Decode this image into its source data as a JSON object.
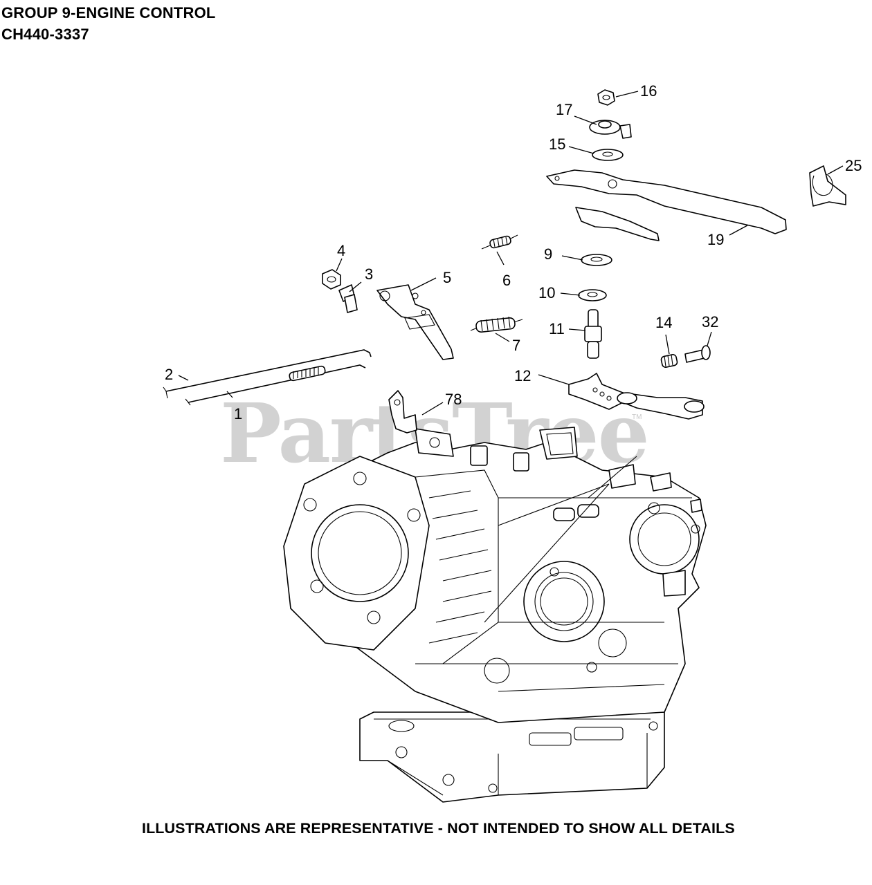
{
  "header": {
    "group_title": "GROUP 9-ENGINE CONTROL",
    "model_number": "CH440-3337"
  },
  "footer": {
    "disclaimer": "ILLUSTRATIONS ARE REPRESENTATIVE - NOT INTENDED TO SHOW ALL DETAILS"
  },
  "watermark": {
    "brand": "PartsTree",
    "trademark": "TM"
  },
  "callouts": {
    "c1": "1",
    "c2": "2",
    "c3": "3",
    "c4": "4",
    "c5": "5",
    "c6": "6",
    "c7": "7",
    "c9": "9",
    "c10": "10",
    "c11": "11",
    "c12": "12",
    "c14": "14",
    "c15": "15",
    "c16": "16",
    "c17": "17",
    "c19": "19",
    "c25": "25",
    "c32": "32",
    "c78": "78"
  }
}
